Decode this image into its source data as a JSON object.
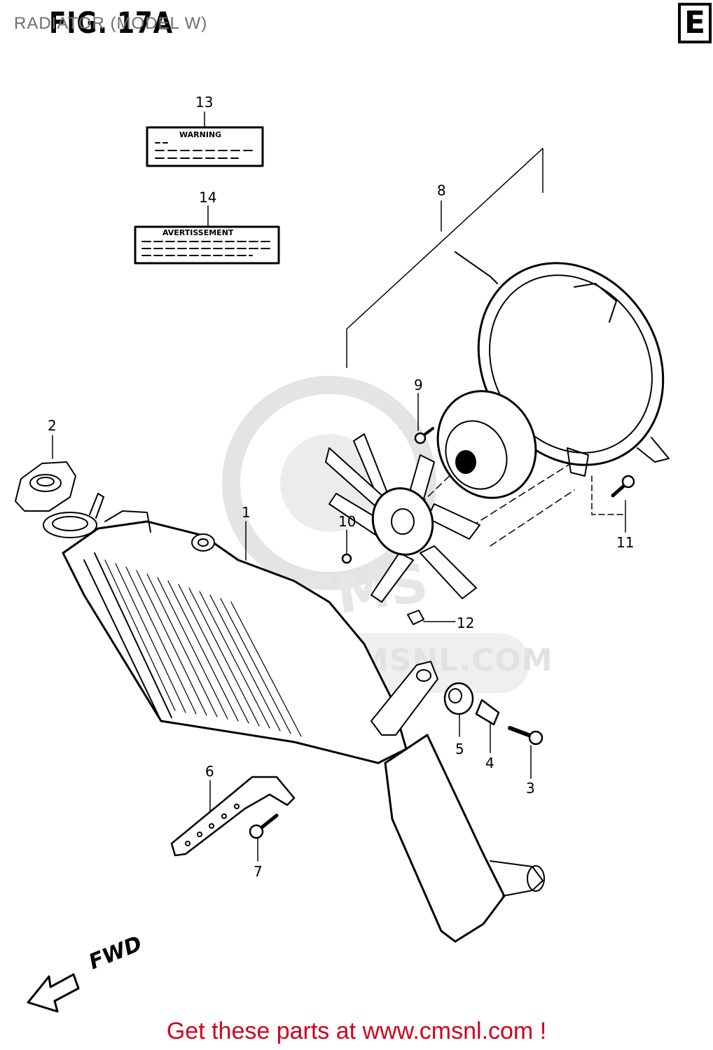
{
  "header": {
    "figure_label": "FIG. 17A",
    "subtitle": "RADIATOR (MODEL W)",
    "section_letter": "E"
  },
  "labels": {
    "warning": "WARNING",
    "avertissement": "AVERTISSEMENT"
  },
  "callouts": [
    "1",
    "2",
    "3",
    "4",
    "5",
    "6",
    "7",
    "8",
    "9",
    "10",
    "11",
    "12",
    "13",
    "14"
  ],
  "direction_indicator": "FWD",
  "watermark": {
    "brand": "CMS",
    "url": "WWW.CMSNL.COM"
  },
  "footer": {
    "link_text": "Get these parts at www.cmsnl.com !"
  },
  "colors": {
    "footer_link": "#d0021b",
    "watermark": "#e4e4e4",
    "line_art": "#000000"
  }
}
